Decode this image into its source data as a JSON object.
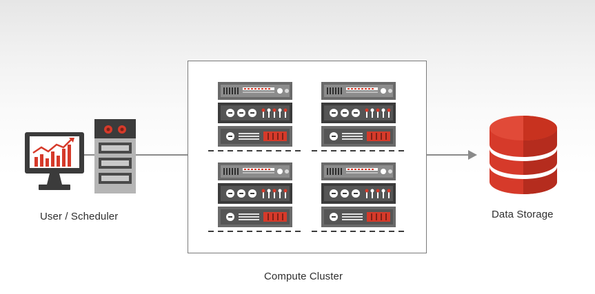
{
  "labels": {
    "user_scheduler": "User / Scheduler",
    "compute_cluster": "Compute Cluster",
    "data_storage": "Data Storage"
  },
  "icons": {
    "monitor": "monitor-chart-icon",
    "tower": "tower-server-icon",
    "rack": "server-rack-icon",
    "storage": "database-icon"
  },
  "colors": {
    "accent_red": "#d63a2a",
    "dark_gray": "#3b3b3b",
    "mid_gray": "#6a6a6a",
    "light_gray": "#9a9a9a",
    "connector": "#8a8a8a"
  }
}
